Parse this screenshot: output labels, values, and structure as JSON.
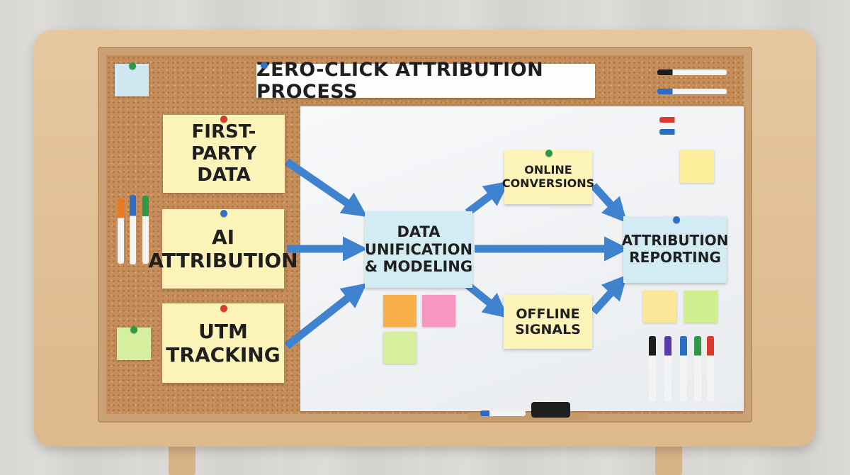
{
  "diagram": {
    "title": "ZERO-CLICK ATTRIBUTION PROCESS",
    "nodes": {
      "first_party": "FIRST-PARTY\nDATA",
      "ai_attribution": "AI\nATTRIBUTION",
      "utm_tracking": "UTM\nTRACKING",
      "unification": "DATA\nUNIFICATION\n& MODELING",
      "online_conversions": "ONLINE\nCONVERSIONS",
      "offline_signals": "OFFLINE\nSIGNALS",
      "attribution_reporting": "ATTRIBUTION\nREPORTING"
    },
    "edges": [
      {
        "from": "first_party",
        "to": "unification"
      },
      {
        "from": "ai_attribution",
        "to": "unification"
      },
      {
        "from": "utm_tracking",
        "to": "unification"
      },
      {
        "from": "unification",
        "to": "online_conversions"
      },
      {
        "from": "unification",
        "to": "attribution_reporting"
      },
      {
        "from": "unification",
        "to": "offline_signals"
      },
      {
        "from": "online_conversions",
        "to": "attribution_reporting"
      },
      {
        "from": "offline_signals",
        "to": "attribution_reporting"
      }
    ]
  },
  "colors": {
    "arrow": "#3f83cf",
    "note_yellow": "#fbf3b8",
    "note_blue": "#d3ecf4",
    "pin_red": "#d83a2c",
    "pin_green": "#2e9a48",
    "pin_blue": "#2f6fc7"
  }
}
